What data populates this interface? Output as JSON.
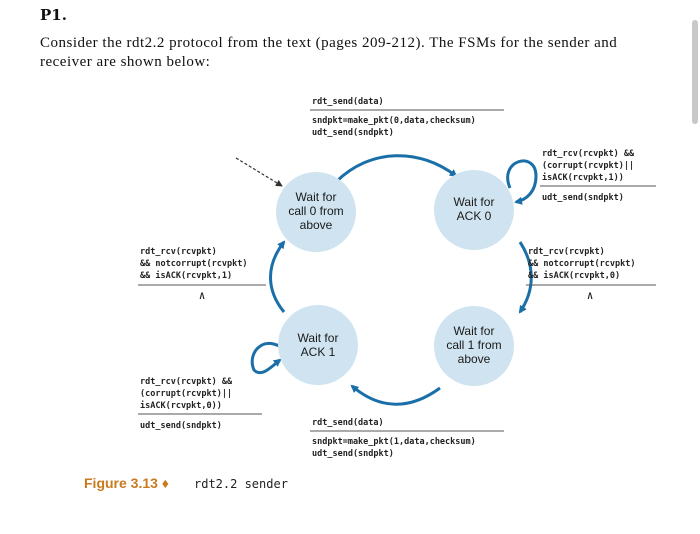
{
  "problem": {
    "number": "P1.",
    "line1": "Consider the rdt2.2 protocol from the text (pages 209-212). The FSMs for the sender and",
    "line2": "receiver are shown below:"
  },
  "states": {
    "wait_call0": [
      "Wait for",
      "call 0 from",
      "above"
    ],
    "wait_ack0": [
      "Wait for",
      "ACK 0"
    ],
    "wait_ack1": [
      "Wait for",
      "ACK 1"
    ],
    "wait_call1": [
      "Wait for",
      "call 1 from",
      "above"
    ]
  },
  "transitions": {
    "top": {
      "event": "rdt_send(data)",
      "actions": [
        "sndpkt=make_pkt(0,data,checksum)",
        "udt_send(sndpkt)"
      ]
    },
    "ack0_self": {
      "event": [
        "rdt_rcv(rcvpkt) &&",
        "(corrupt(rcvpkt)||",
        "isACK(rcvpkt,1))"
      ],
      "actions": [
        "udt_send(sndpkt)"
      ]
    },
    "right": {
      "event": [
        "rdt_rcv(rcvpkt)",
        "&& notcorrupt(rcvpkt)",
        "&& isACK(rcvpkt,0)"
      ],
      "action": "Λ"
    },
    "left": {
      "event": [
        "rdt_rcv(rcvpkt)",
        "&& notcorrupt(rcvpkt)",
        "&& isACK(rcvpkt,1)"
      ],
      "action": "Λ"
    },
    "ack1_self": {
      "event": [
        "rdt_rcv(rcvpkt) &&",
        "(corrupt(rcvpkt)||",
        "isACK(rcvpkt,0))"
      ],
      "actions": [
        "udt_send(sndpkt)"
      ]
    },
    "bottom": {
      "event": "rdt_send(data)",
      "actions": [
        "sndpkt=make_pkt(1,data,checksum)",
        "udt_send(sndpkt)"
      ]
    }
  },
  "caption": {
    "prefix": "Figure 3.13 ♦",
    "text": "rdt2.2 sender"
  },
  "colors": {
    "state_fill": "#cfe4f0",
    "arrow": "#1b6fa8",
    "caption_accent": "#c97a1e"
  }
}
